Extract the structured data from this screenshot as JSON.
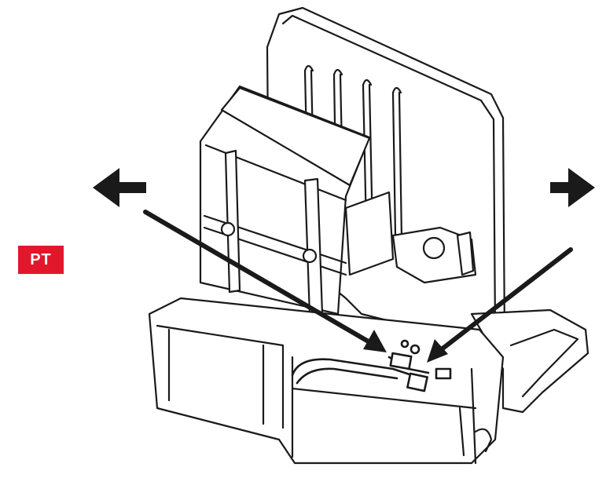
{
  "language_badge": {
    "label": "PT",
    "color": "#e2172b"
  },
  "illustration": {
    "subject": "device-base-line-drawing",
    "arrows": [
      "arrow-left-icon",
      "arrow-right-icon"
    ],
    "pointers": 2
  },
  "colors": {
    "line": "#1a1a1a",
    "background": "#ffffff"
  }
}
